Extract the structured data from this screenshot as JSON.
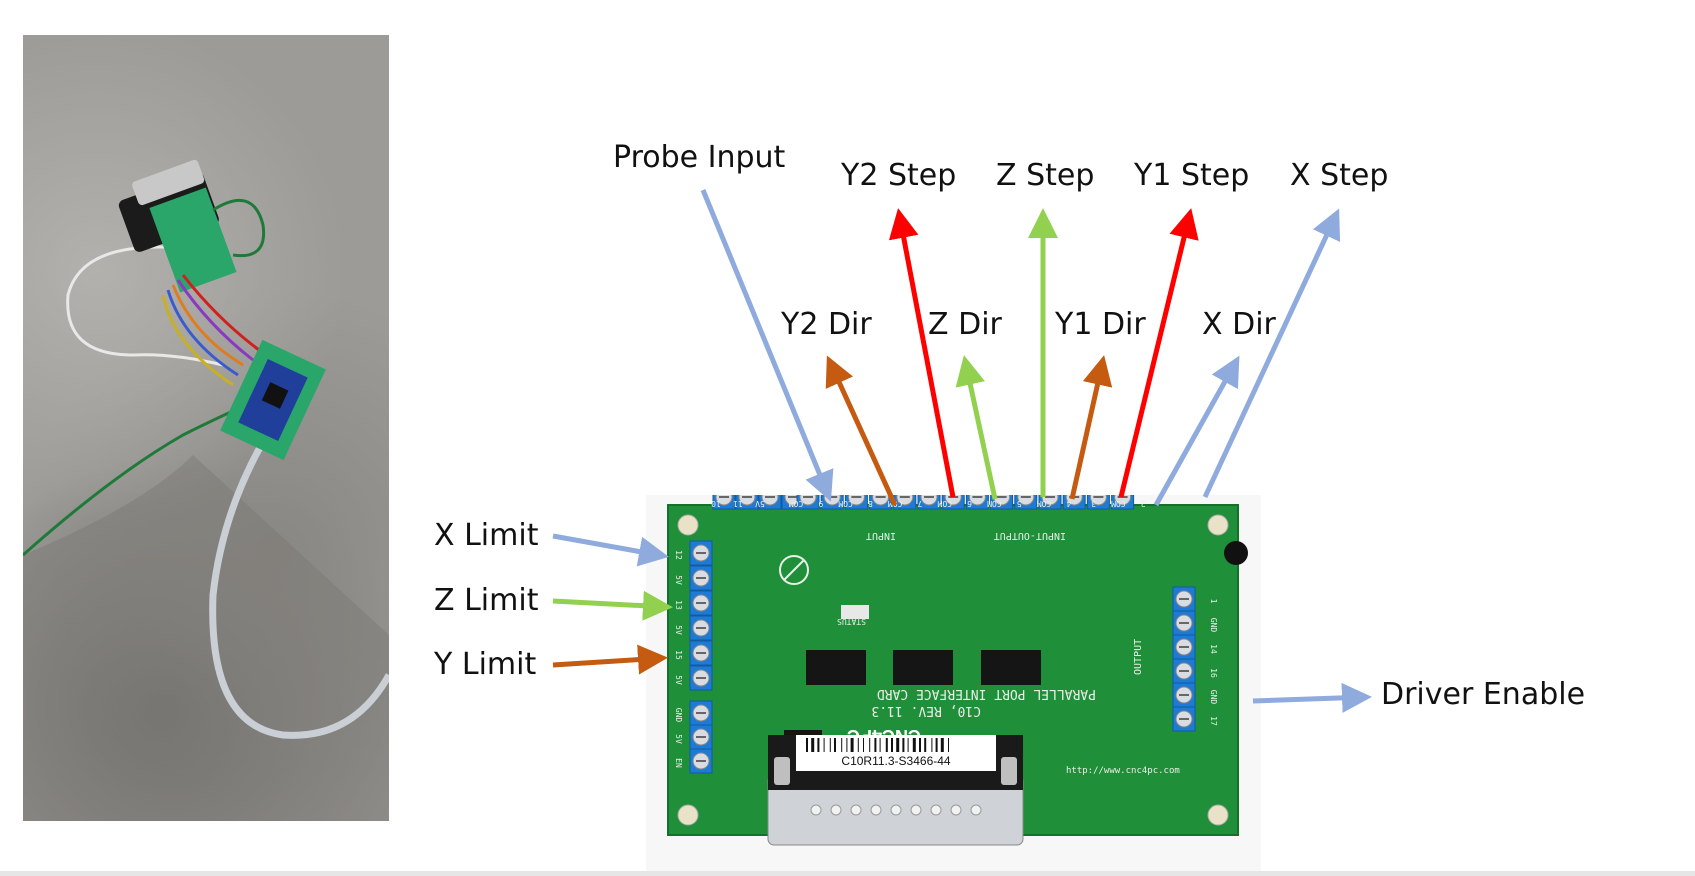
{
  "board": {
    "input_header_label": "INPUT",
    "io_header_label": "INPUT-OUTPUT",
    "output_header_label": "OUTPUT",
    "title_line1": "PARALLEL PORT INTERFACE CARD",
    "title_line2": "C10, REV. 11.3",
    "brand": "CNC4PC",
    "barcode_text": "C10R11.3-S3466-44",
    "url": "http://www.cnc4pc.com",
    "top_pins": [
      "10",
      "11",
      "5V",
      "COM",
      "9",
      "COM",
      "8",
      "COM",
      "7",
      "COM",
      "6",
      "COM",
      "5",
      "COM",
      "4",
      "3",
      "COM",
      "2"
    ],
    "left_pins": [
      "12",
      "5V",
      "13",
      "5V",
      "15",
      "5V"
    ],
    "power_pins": [
      "GND",
      "5V",
      "EN"
    ],
    "right_pins": [
      "1",
      "GND",
      "14",
      "16",
      "GND",
      "17"
    ],
    "status_label": "STATUS"
  },
  "labels": {
    "probe_input": "Probe Input",
    "y2_step": "Y2 Step",
    "z_step": "Z Step",
    "y1_step": "Y1 Step",
    "x_step": "X Step",
    "y2_dir": "Y2 Dir",
    "z_dir": "Z Dir",
    "y1_dir": "Y1 Dir",
    "x_dir": "X Dir",
    "x_limit": "X Limit",
    "z_limit": "Z Limit",
    "y_limit": "Y Limit",
    "driver_enable": "Driver Enable"
  },
  "colors": {
    "blue_arrow": "#8faadc",
    "orange_arrow": "#c55a11",
    "red_arrow": "#ff0000",
    "green_arrow": "#92d050",
    "pcb_green": "#1f8f3a",
    "terminal_blue": "#1d7bd6"
  }
}
